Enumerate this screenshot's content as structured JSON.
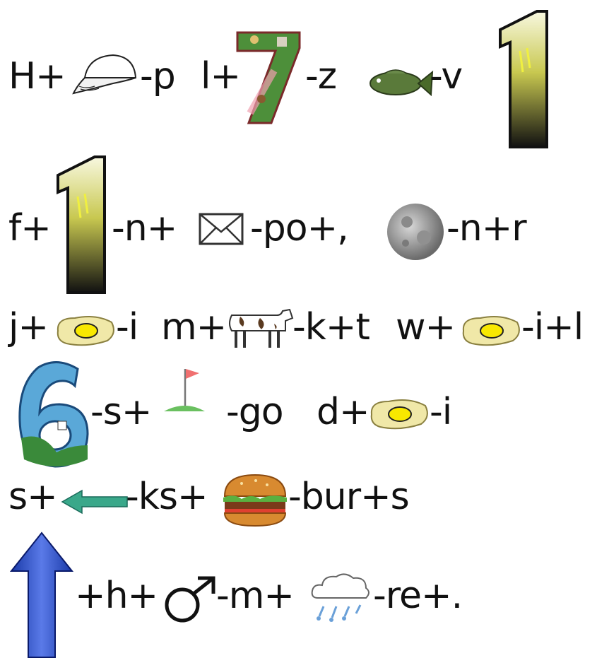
{
  "rebus": {
    "lines": [
      {
        "parts": [
          "H+",
          "-p",
          "l+",
          "-z",
          "-v"
        ],
        "icons": [
          "cap-icon",
          "seven-icon",
          "fish-icon",
          "one-icon"
        ]
      },
      {
        "parts": [
          "f+",
          "-n+",
          "-po+,",
          "-n+r"
        ],
        "icons": [
          "one-icon",
          "envelope-icon",
          "moon-icon"
        ]
      },
      {
        "parts": [
          "j+",
          "-i",
          "m+",
          "-k+t",
          "w+",
          "-i+l"
        ],
        "icons": [
          "egg-icon",
          "cow-icon",
          "egg-icon"
        ]
      },
      {
        "parts": [
          "-s+",
          "-go",
          "d+",
          "-i"
        ],
        "icons": [
          "six-icon",
          "golf-flag-icon",
          "egg-icon"
        ]
      },
      {
        "parts": [
          "s+",
          "-ks+",
          "-bur+s"
        ],
        "icons": [
          "left-arrow-icon",
          "hamburger-icon"
        ]
      },
      {
        "parts": [
          "+h+",
          "-m+",
          "-re+."
        ],
        "icons": [
          "up-arrow-icon",
          "male-symbol-icon",
          "rain-cloud-icon"
        ]
      }
    ]
  }
}
